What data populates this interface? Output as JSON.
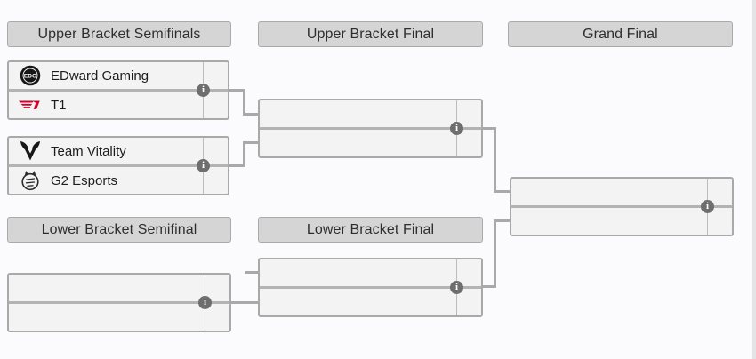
{
  "headers": {
    "upper_bracket_semifinals": "Upper Bracket Semifinals",
    "upper_bracket_final": "Upper Bracket Final",
    "grand_final": "Grand Final",
    "lower_bracket_semifinal": "Lower Bracket Semifinal",
    "lower_bracket_final": "Lower Bracket Final"
  },
  "matches": {
    "upper_semifinal_1": {
      "team1": "EDward Gaming",
      "team1_icon": "edward-gaming-logo-icon",
      "score1": "",
      "team2": "T1",
      "team2_icon": "t1-logo-icon",
      "score2": ""
    },
    "upper_semifinal_2": {
      "team1": "Team Vitality",
      "team1_icon": "team-vitality-logo-icon",
      "score1": "",
      "team2": "G2 Esports",
      "team2_icon": "g2-esports-logo-icon",
      "score2": ""
    },
    "upper_final": {
      "team1": "",
      "score1": "",
      "team2": "",
      "score2": ""
    },
    "grand_final": {
      "team1": "",
      "score1": "",
      "team2": "",
      "score2": ""
    },
    "lower_semifinal": {
      "team1": "",
      "score1": "",
      "team2": "",
      "score2": ""
    },
    "lower_final": {
      "team1": "",
      "score1": "",
      "team2": "",
      "score2": ""
    }
  },
  "info_icon_glyph": "i",
  "colors": {
    "background": "#fbfbfd",
    "header_bg": "#d5d5d5",
    "header_border": "#a9a9a9",
    "match_bg": "#f3f3f3",
    "match_border": "#a9a9a9",
    "connector": "#a9a9a9",
    "info_icon_bg": "#6e6e6e",
    "t1_red": "#d2012e",
    "logo_black": "#161616"
  }
}
